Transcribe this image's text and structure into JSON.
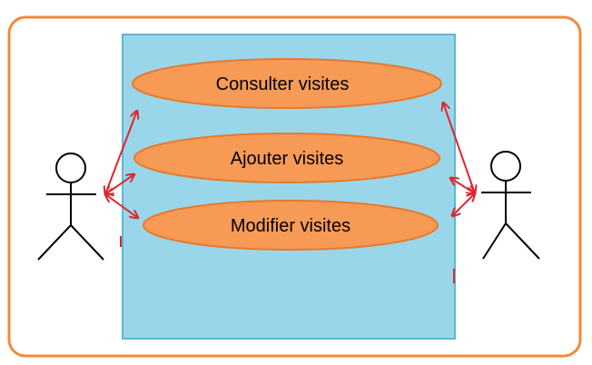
{
  "diagram": {
    "colors": {
      "frame_border": "#F08A3C",
      "system_fill": "#9AD6EA",
      "system_border": "#5BB8D8",
      "usecase_fill": "#F79A55",
      "usecase_border": "#E57A2E",
      "association": "#E0242C",
      "actor": "#000000"
    },
    "use_cases": [
      {
        "label": "Consulter visites"
      },
      {
        "label": "Ajouter visites"
      },
      {
        "label": "Modifier visites"
      }
    ],
    "actors": [
      {
        "side": "left",
        "label": ""
      },
      {
        "side": "right",
        "label": ""
      }
    ]
  }
}
